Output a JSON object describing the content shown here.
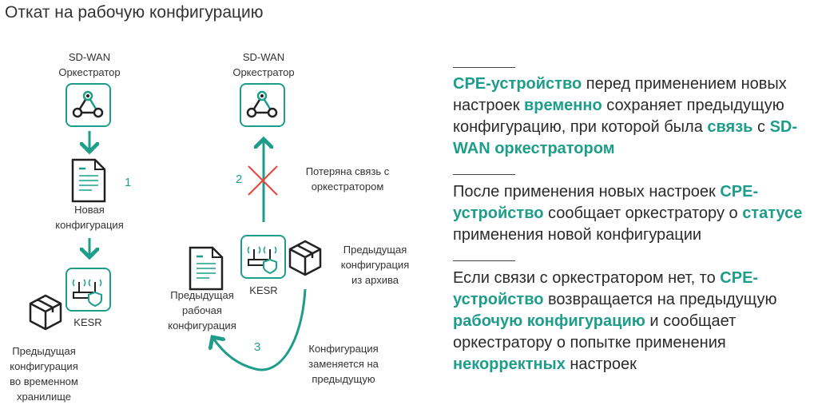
{
  "title": "Откат на рабочую конфигурацию",
  "diagram": {
    "left": {
      "orch_line1": "SD-WAN",
      "orch_line2": "Оркестратор",
      "step": "1",
      "new_cfg_1": "Новая",
      "new_cfg_2": "конфигурация",
      "device": "KESR",
      "prev_1": "Предыдущая",
      "prev_2": "конфигурация",
      "prev_3": "во временном",
      "prev_4": "хранилище"
    },
    "right": {
      "orch_line1": "SD-WAN",
      "orch_line2": "Оркестратор",
      "step2": "2",
      "lost_1": "Потеряна связь с",
      "lost_2": "оркестратором",
      "device": "KESR",
      "archive_1": "Предыдущая",
      "archive_2": "конфигурация",
      "archive_3": "из архива",
      "work_1": "Предыдущая",
      "work_2": "рабочая",
      "work_3": "конфигурация",
      "step3": "3",
      "replace_1": "Конфигурация",
      "replace_2": "заменяется на",
      "replace_3": "предыдущую"
    }
  },
  "text": {
    "p1": [
      {
        "t": "CPE-устройство",
        "b": true
      },
      {
        "t": " перед применением новых настроек "
      },
      {
        "t": "временно",
        "b": true
      },
      {
        "t": " сохраняет предыдущую конфигурацию, при которой была "
      },
      {
        "t": "связь",
        "b": true
      },
      {
        "t": " с "
      },
      {
        "t": "SD-WAN оркестратором",
        "b": true
      }
    ],
    "p2": [
      {
        "t": "После применения новых настроек "
      },
      {
        "t": "CPE-устройство",
        "b": true
      },
      {
        "t": " сообщает оркестратору о "
      },
      {
        "t": "статусе",
        "b": true
      },
      {
        "t": " применения новой конфигурации"
      }
    ],
    "p3": [
      {
        "t": "Если связи с оркестратором нет, то "
      },
      {
        "t": "CPE-устройство",
        "b": true
      },
      {
        "t": " возвращается на предыдущую "
      },
      {
        "t": "рабочую конфигурацию",
        "b": true
      },
      {
        "t": " и сообщает оркестратору о попытке применения "
      },
      {
        "t": "некорректных",
        "b": true
      },
      {
        "t": " настроек"
      }
    ]
  },
  "colors": {
    "accent": "#1e9d8b",
    "error": "#e8453c"
  }
}
